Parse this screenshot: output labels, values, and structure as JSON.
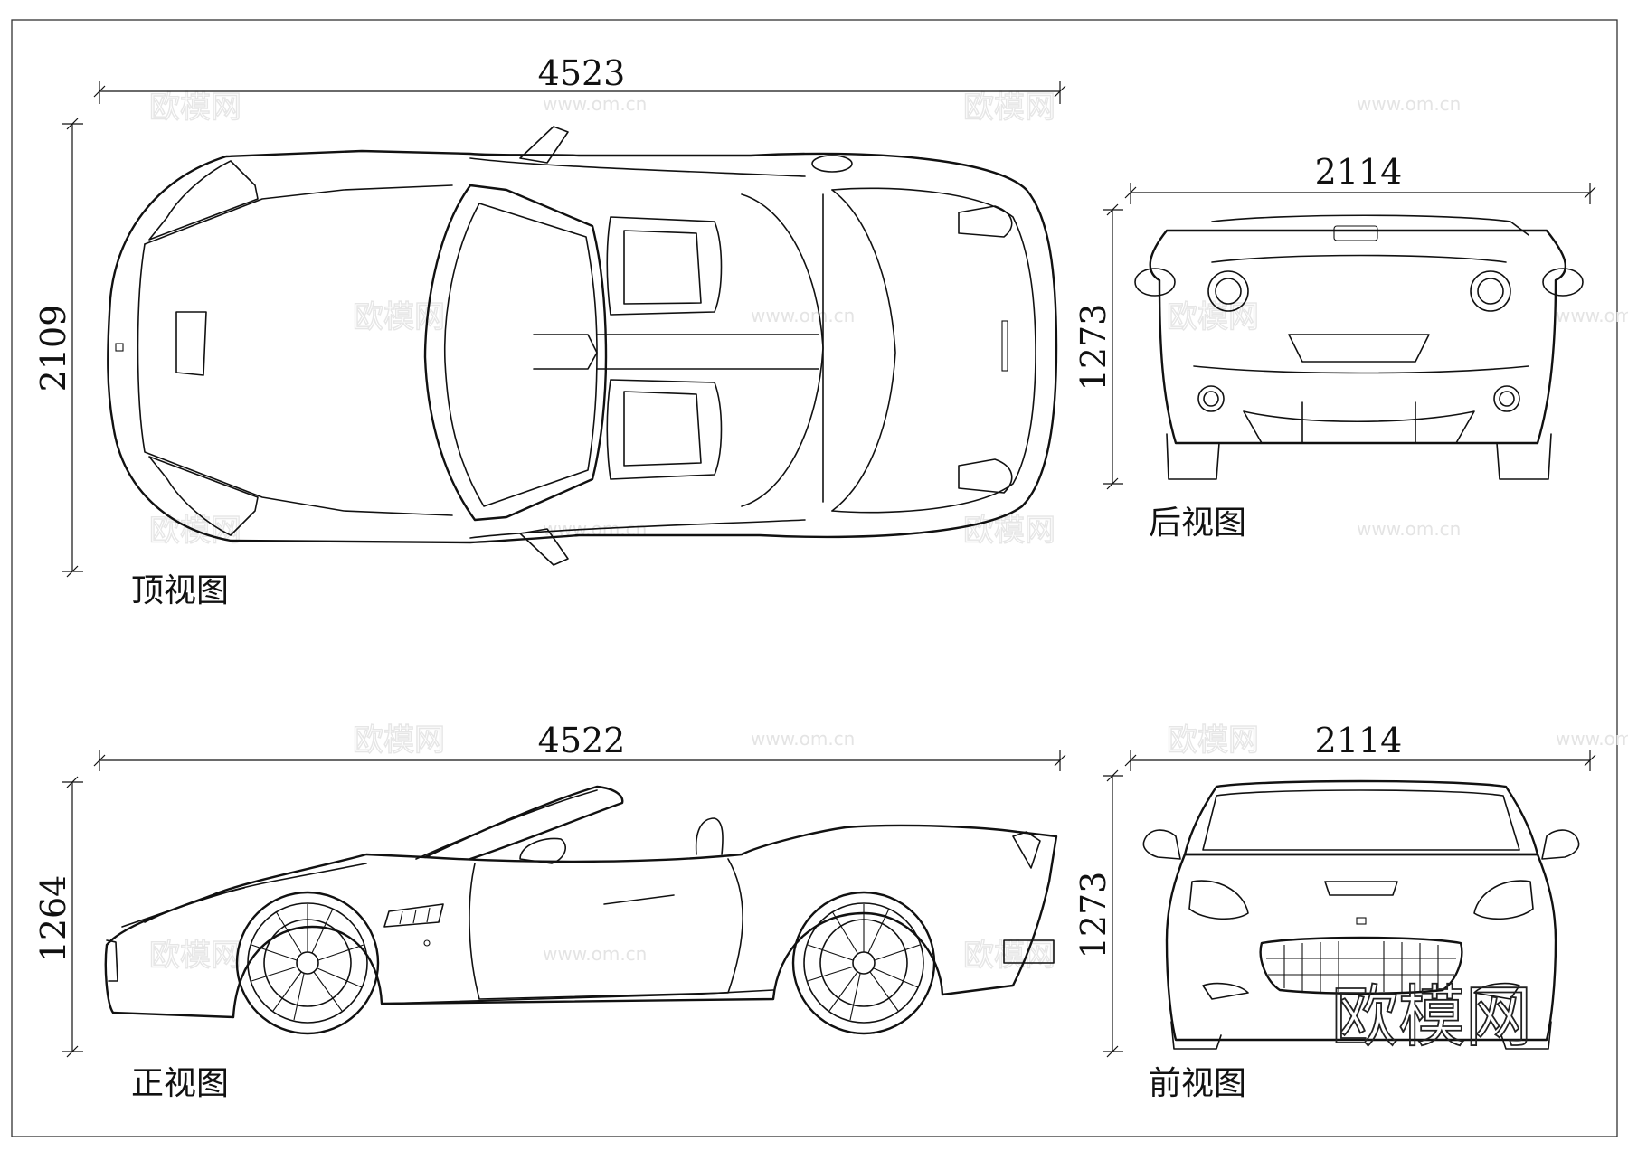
{
  "views": {
    "top": {
      "caption": "顶视图",
      "length_dim": "4523",
      "width_dim": "2109"
    },
    "rear": {
      "caption": "后视图",
      "width_dim": "2114",
      "height_dim": "1273"
    },
    "side": {
      "caption": "正视图",
      "length_dim": "4522",
      "height_dim": "1264"
    },
    "front": {
      "caption": "前视图",
      "width_dim": "2114",
      "height_dim": "1273"
    }
  },
  "watermark": {
    "brand": "欧模网",
    "url": "www.om.cn"
  }
}
